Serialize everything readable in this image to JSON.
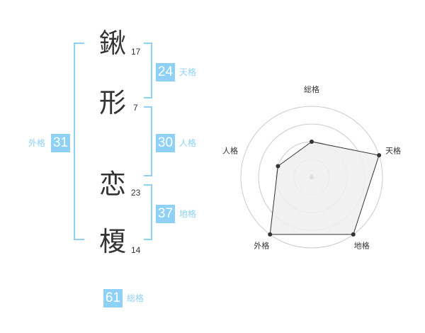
{
  "name": {
    "characters": [
      {
        "char": "鍬",
        "strokes": "17"
      },
      {
        "char": "形",
        "strokes": "7"
      },
      {
        "char": "恋",
        "strokes": "23"
      },
      {
        "char": "榎",
        "strokes": "14"
      }
    ]
  },
  "fortunes": {
    "tenkaku": {
      "value": "24",
      "label": "天格"
    },
    "jinkaku": {
      "value": "30",
      "label": "人格"
    },
    "chikaku": {
      "value": "37",
      "label": "地格"
    },
    "gaikaku": {
      "value": "31",
      "label": "外格"
    },
    "soukaku": {
      "value": "61",
      "label": "総格"
    }
  },
  "colors": {
    "accent": "#8fd1f5",
    "text": "#333333",
    "polygon_fill": "#eeeeee",
    "ring": "#cccccc"
  },
  "chart_data": {
    "type": "radar",
    "axes": [
      "総格",
      "天格",
      "地格",
      "外格",
      "人格"
    ],
    "values": [
      2,
      4,
      4,
      4,
      2
    ],
    "max": 4,
    "rings": 4
  }
}
